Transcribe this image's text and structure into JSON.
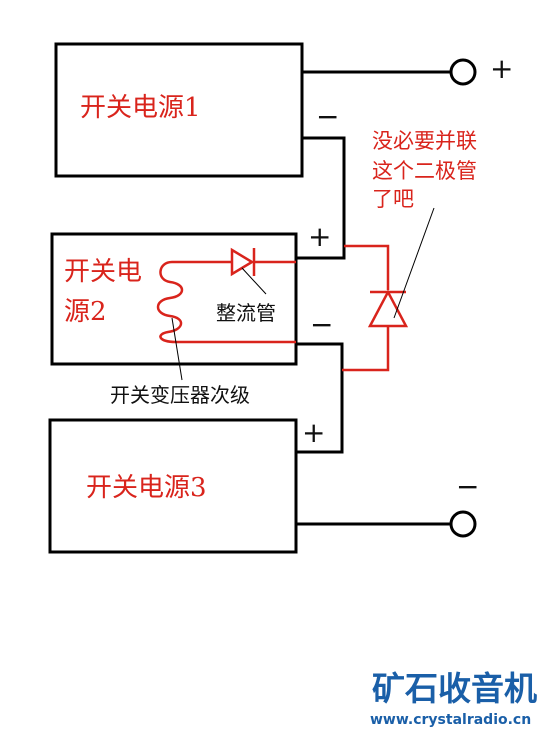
{
  "labels": {
    "supply1": "开关电源1",
    "supply2_line1": "开关电",
    "supply2_line2": "源2",
    "supply3": "开关电源3",
    "rectifier": "整流管",
    "secondary": "开关变压器次级",
    "note_line1": "没必要并联",
    "note_line2": "这个二极管",
    "note_line3": "了吧",
    "plus": "+",
    "minus": "−"
  },
  "watermark": {
    "brand": "矿石收音机",
    "url": "www.crystalradio.cn"
  },
  "colors": {
    "wire": "#000000",
    "annotation": "#d9241c",
    "brand": "#1a5fa8"
  }
}
